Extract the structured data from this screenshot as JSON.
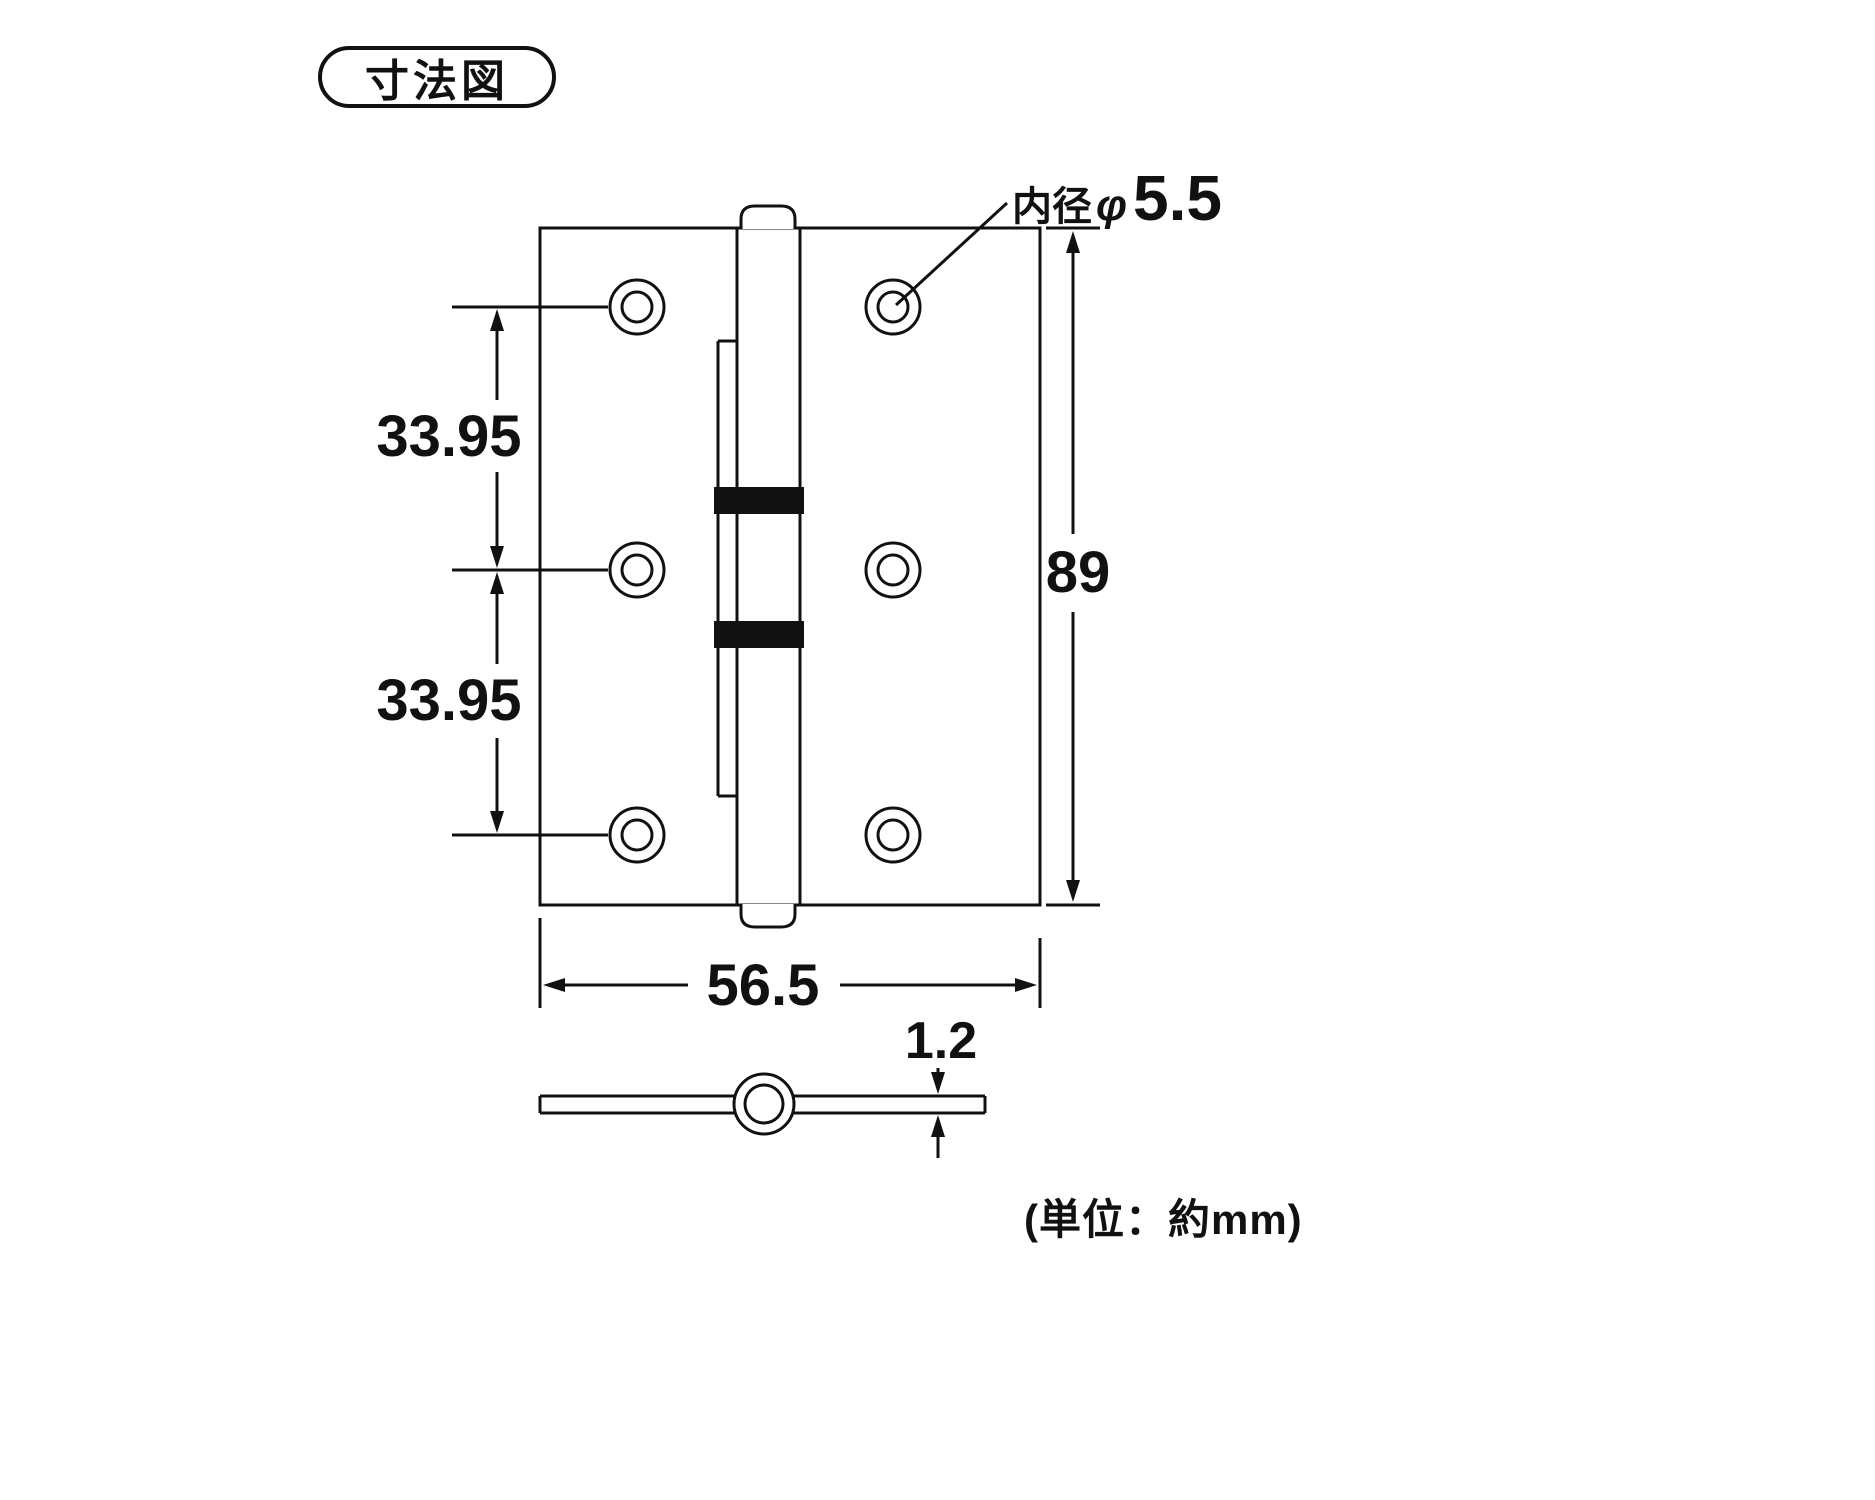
{
  "title": "寸法図",
  "unit_note": "(単位：約mm)",
  "callout": {
    "inner_diameter_prefix": "内径",
    "inner_diameter_symbol": "φ",
    "inner_diameter_value": "5.5"
  },
  "dimensions": {
    "hole_spacing_upper_mm": "33.95",
    "hole_spacing_lower_mm": "33.95",
    "overall_height_mm": "89",
    "overall_width_mm": "56.5",
    "plate_thickness_mm": "1.2"
  },
  "figure": {
    "type": "technical-drawing",
    "subject": "butt-hinge",
    "views": [
      "front",
      "side-section"
    ],
    "screw_hole_count": 6
  },
  "colors": {
    "line": "#111111",
    "background": "#ffffff"
  }
}
